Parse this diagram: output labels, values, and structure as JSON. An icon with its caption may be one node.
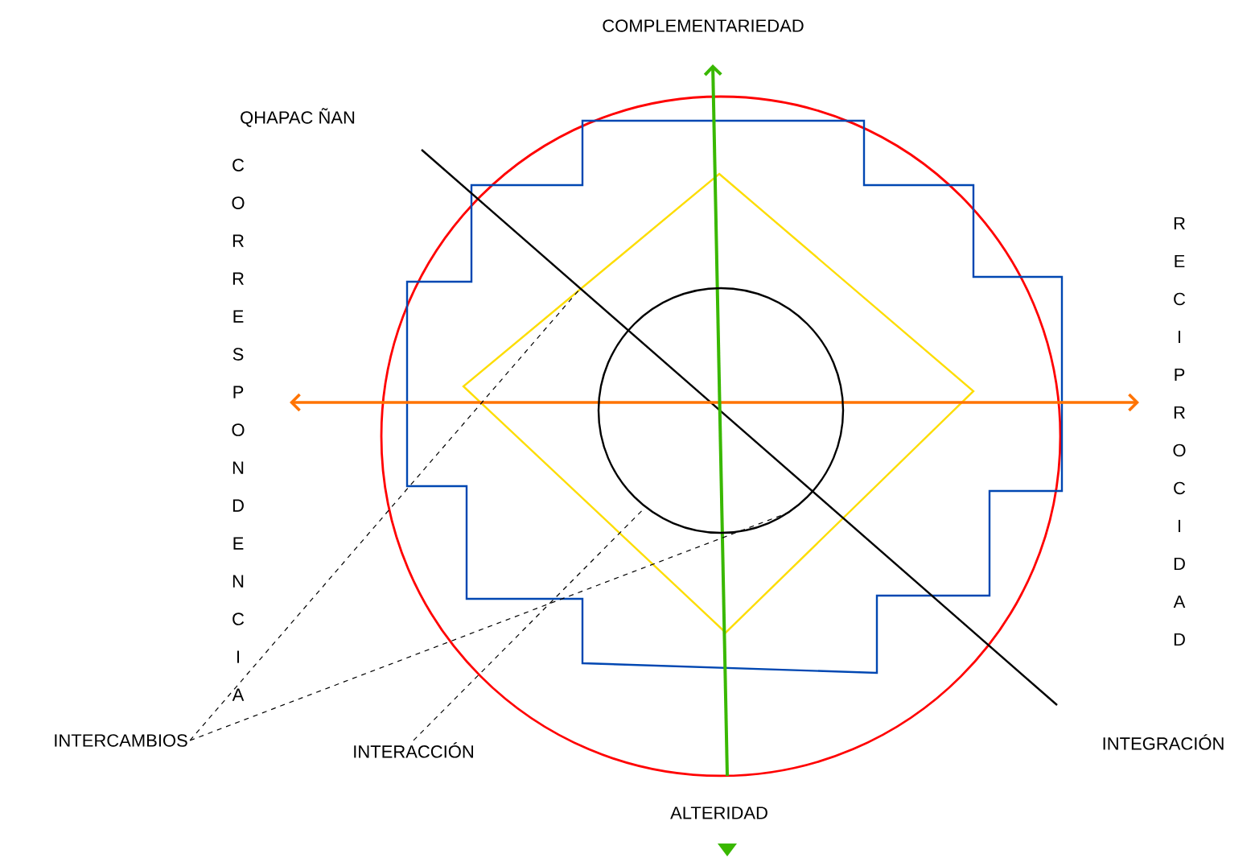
{
  "diagram": {
    "title": "COMPLEMENTARIEDAD",
    "nodes": [
      {
        "text": [
          "INTERCAMBIOS"
        ]
      },
      {
        "text": [
          "INTERACCIÓN"
        ]
      },
      {
        "text": [],
        "shape": "circle"
      }
    ],
    "edges": [
      {
        "from": 0,
        "to": null,
        "arrow": "none",
        "style": "dashed"
      },
      {
        "from": 0,
        "to": 2,
        "arrow": "none",
        "style": "dashed"
      },
      {
        "from": 1,
        "to": 2,
        "arrow": "none",
        "style": "dashed"
      }
    ],
    "labels": [
      "QHAPAC ÑAN",
      "CORRESPONDENCIA",
      "RECIPROCIDAD",
      "INTEGRACIÓN",
      "ALTERIDAD"
    ]
  }
}
